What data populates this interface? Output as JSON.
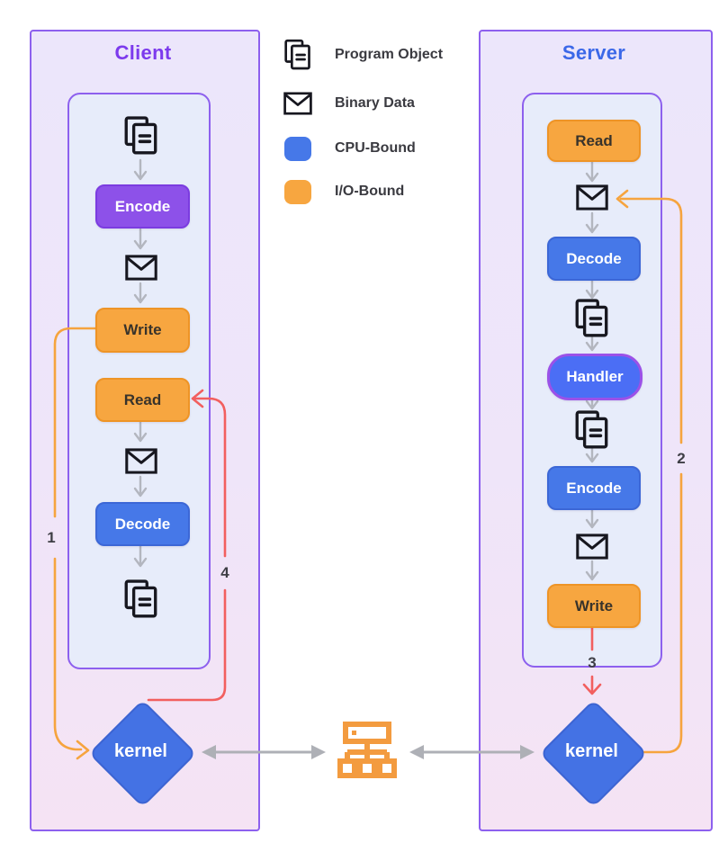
{
  "diagram": {
    "client": {
      "title": "Client",
      "encode": "Encode",
      "write": "Write",
      "read": "Read",
      "decode": "Decode",
      "kernel": "kernel"
    },
    "server": {
      "title": "Server",
      "read": "Read",
      "decode": "Decode",
      "handler": "Handler",
      "encode": "Encode",
      "write": "Write",
      "kernel": "kernel"
    },
    "legend": {
      "program_object": "Program Object",
      "binary_data": "Binary Data",
      "cpu_bound": "CPU-Bound",
      "io_bound": "I/O-Bound"
    },
    "sequence": {
      "s1": "1",
      "s2": "2",
      "s3": "3",
      "s4": "4"
    },
    "icons": {
      "program_object": "program-object-pages-icon",
      "binary_data": "binary-data-envelope-icon",
      "network": "network-hub-icon"
    },
    "colors": {
      "cpu_bound_blue": "#4678e8",
      "io_bound_orange": "#f7a640",
      "encode_purple": "#8d51e9",
      "client_accent": "#7c3aed",
      "server_accent": "#3b68e8",
      "panel_border": "#8d60ee",
      "kernel_diamond": "#4472e4",
      "flow_arrow_gray": "#b3b6bf",
      "return_line_red": "#f25f5f",
      "send_line_orange": "#f6a43e"
    }
  }
}
